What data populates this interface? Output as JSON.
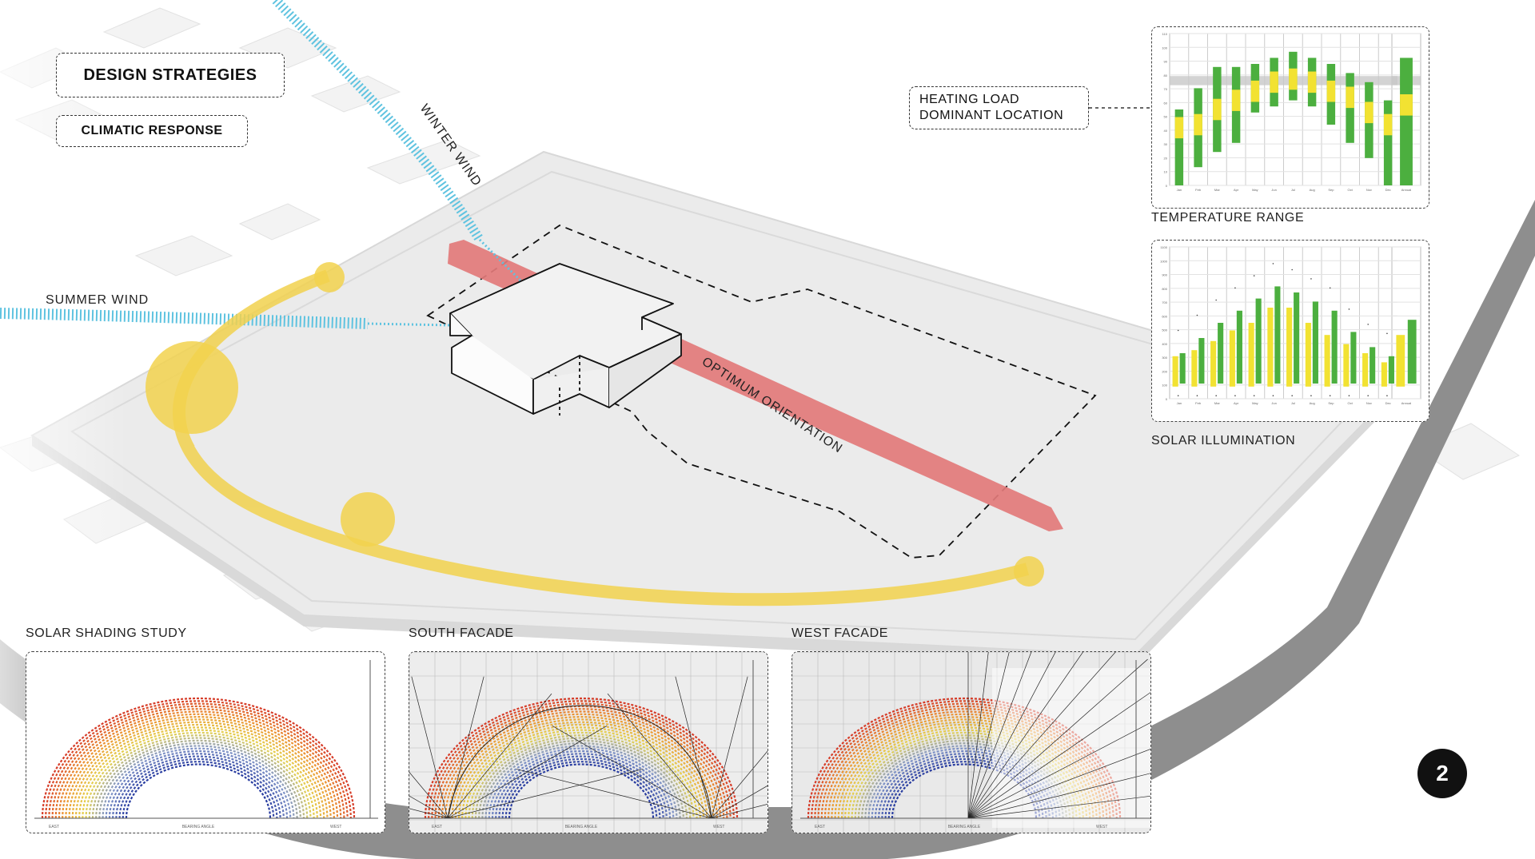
{
  "header": {
    "title": "DESIGN STRATEGIES",
    "subtitle": "CLIMATIC RESPONSE"
  },
  "diagram": {
    "labels": {
      "winter_wind": "WINTER WIND",
      "summer_wind": "SUMMER WIND",
      "optimum_orientation": "OPTIMUM ORIENTATION"
    },
    "colors": {
      "wind": "#5fc3e0",
      "sun_path": "#f2d24e",
      "orientation": "#e27a7a",
      "ground": "#ececec",
      "road": "#8e8e8e"
    }
  },
  "callout": {
    "line1": "HEATING LOAD",
    "line2": "DOMINANT LOCATION"
  },
  "charts": {
    "temperature": {
      "caption": "TEMPERATURE RANGE",
      "months": [
        "Jan",
        "Feb",
        "Mar",
        "Apr",
        "May",
        "Jun",
        "Jul",
        "Aug",
        "Sep",
        "Oct",
        "Nov",
        "Dec"
      ],
      "annual_label": "Annual",
      "y_ticks": [
        "110",
        "100",
        "90",
        "80",
        "70",
        "60",
        "50",
        "40",
        "30",
        "20",
        "10",
        "0"
      ],
      "colors": {
        "range": "#4caf3f",
        "mean": "#f2e232",
        "comfort": "#c8c8c8"
      }
    },
    "solar": {
      "caption": "SOLAR ILLUMINATION",
      "months": [
        "Jan",
        "Feb",
        "Mar",
        "Apr",
        "May",
        "Jun",
        "Jul",
        "Aug",
        "Sep",
        "Oct",
        "Nov",
        "Dec"
      ],
      "annual_label": "Annual",
      "y_ticks": [
        "1100",
        "1000",
        "900",
        "800",
        "700",
        "600",
        "500",
        "400",
        "300",
        "200",
        "100",
        "0"
      ],
      "colors": {
        "direct": "#f2e232",
        "global": "#4caf3f"
      }
    }
  },
  "studies": {
    "shading": {
      "caption": "SOLAR SHADING STUDY",
      "axis_left": "EAST",
      "axis_right": "WEST",
      "axis_center": "BEARING ANGLE"
    },
    "south": {
      "caption": "SOUTH FACADE",
      "axis_left": "EAST",
      "axis_right": "WEST",
      "axis_center": "BEARING ANGLE"
    },
    "west": {
      "caption": "WEST FACADE",
      "axis_left": "EAST",
      "axis_right": "WEST",
      "axis_center": "BEARING ANGLE"
    }
  },
  "page_number": "2"
}
